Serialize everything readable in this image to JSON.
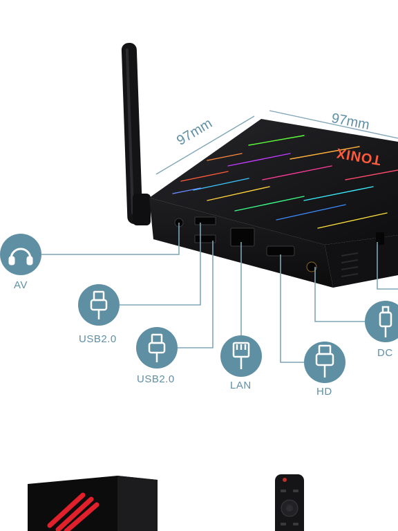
{
  "dimensions": {
    "width": "97mm",
    "depth": "97mm"
  },
  "brand_text": "TONIX",
  "ports": [
    {
      "id": "av",
      "label": "AV",
      "icon": "headphones-icon"
    },
    {
      "id": "usb1",
      "label": "USB2.0",
      "icon": "usb-icon"
    },
    {
      "id": "usb2",
      "label": "USB2.0",
      "icon": "usb-icon"
    },
    {
      "id": "lan",
      "label": "LAN",
      "icon": "ethernet-icon"
    },
    {
      "id": "hd",
      "label": "HD",
      "icon": "hdmi-icon"
    },
    {
      "id": "dc",
      "label": "DC",
      "icon": "dc-plug-icon"
    }
  ],
  "colors": {
    "accent": "#5f8fa3",
    "device": "#161618",
    "line": "#7fa6b6"
  }
}
